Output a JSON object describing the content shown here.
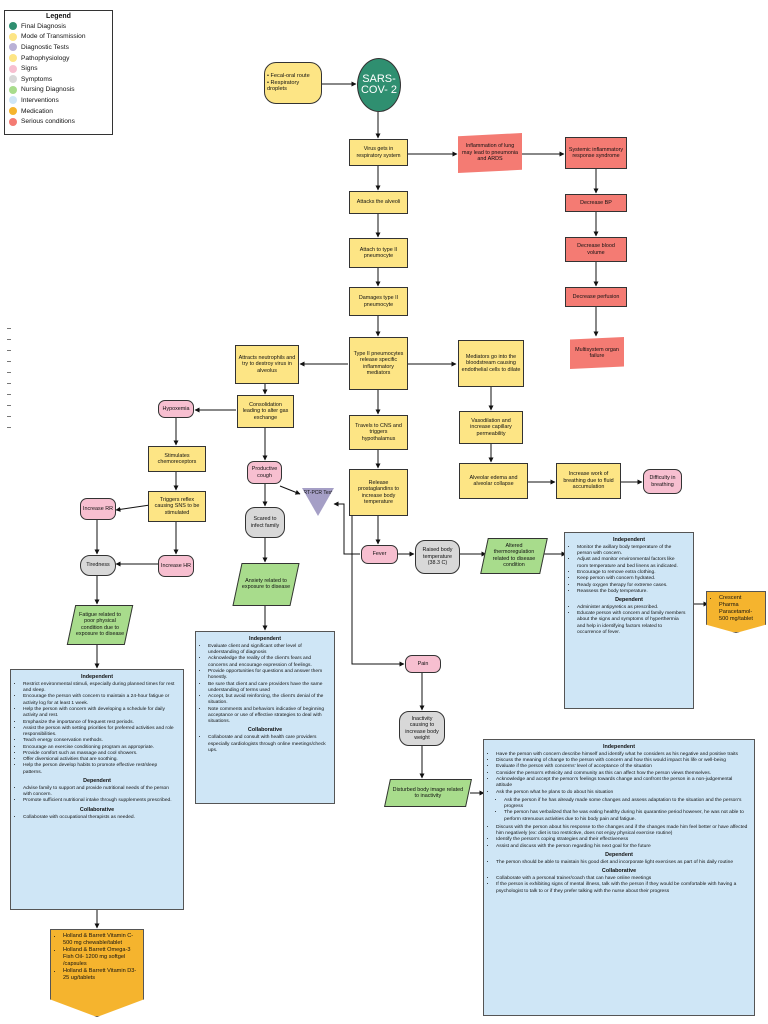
{
  "legend": {
    "title": "Legend",
    "items": [
      {
        "label": "Final Diagnosis",
        "color": "#2f8f70"
      },
      {
        "label": "Mode of Transmission",
        "color": "#fde585"
      },
      {
        "label": "Diagnostic Tests",
        "color": "#b9b1d6"
      },
      {
        "label": "Pathophysiology",
        "color": "#fde585"
      },
      {
        "label": "Signs",
        "color": "#f7bfd0"
      },
      {
        "label": "Symptoms",
        "color": "#d8d8d8"
      },
      {
        "label": "Nursing Diagnosis",
        "color": "#a8dc8c"
      },
      {
        "label": "Interventions",
        "color": "#cfe6f6"
      },
      {
        "label": "Medication",
        "color": "#f5b42e"
      },
      {
        "label": "Serious conditions",
        "color": "#f47b73"
      }
    ]
  },
  "nodes": {
    "mode_line1": "• Fecal-oral route",
    "mode_line2": "• Respiratory droplets",
    "sars": "SARS-COV- 2",
    "virus_gets": "Virus gets in respiratory system",
    "attacks_alveoli": "Attacks the alveoli",
    "attach_type2": "Attach to type II pneumocyte",
    "damages_type2": "Damages type II pneumocyte",
    "type2_release": "Type II pneumocytes release specific inflammatory mediators",
    "inflammation_lung": "Inflammation of lung may lead to pneumonia and ARDS",
    "systemic": "Systemic inflammatory response syndrome",
    "decrease_bp": "Decrease BP",
    "decrease_blood_volume": "Decrease blood volume",
    "decrease_perfusion": "Decrease perfusion",
    "multisystem": "Multisystem organ failure",
    "attracts_neutrophils": "Attracts neutrophils and try to destroy virus in alveolus",
    "consolidation": "Consolidation leading to alter gas exchange",
    "hypoxemia": "Hypoxemia",
    "stimulates_chemo": "Stimulates chemoreceptors",
    "triggers_reflex": "Triggers reflex causing SNS to be stimulated",
    "increase_rr": "Increase RR",
    "increase_hr": "Increase HR",
    "tiredness": "Tiredness",
    "fatigue_dx": "Fatigue related to poor physical condition due to exposure to disease",
    "productive_cough": "Productive cough",
    "scared_infect": "Scared to infect family",
    "anxiety_dx": "Anxiety related to exposure to disease",
    "rtpcr": "RT-PCR Test",
    "travels_cns": "Travels to CNS and triggers hypothalamus",
    "release_prostaglandins": "Release prostaglandins to increase body temperature",
    "fever": "Fever",
    "raised_temp": "Raised body temperature (38.3 C)",
    "altered_thermo": "Altered thermoregulation related to disease condition",
    "mediators_blood": "Mediators go into the bloodstream causing endothelial cells to dilate",
    "vasodilation": "Vasodilation and increase capillary permeability",
    "alveolar_edema": "Alveolar edema and alveolar collapse",
    "increase_work_breathing": "Increase work of breathing due to fluid accumulation",
    "difficulty_breathing": "Difficulty in breathing",
    "pain": "Pain",
    "inactivity": "Inactivity causing to increase body weight",
    "disturbed_body_image": "Disturbed body image related to inactivity"
  },
  "panels": {
    "fatigue": {
      "independent_title": "Independent",
      "independent": [
        "Restrict environmental stimuli, especially during planned times for rest and sleep.",
        "Encourage the person with concern to maintain a 24-hour fatigue or activity log for at least 1 week.",
        "Help the person with concern with developing a schedule for daily activity and rest.",
        "Emphasize the importance of frequent rest periods.",
        "Assist the person with setting priorities for preferred activities and role responsibilities.",
        "Teach energy conservation methods.",
        "Encourage an exercise conditioning program as appropriate.",
        "Provide comfort such as massage and cool showers.",
        "Offer diversional activities that are soothing.",
        "Help the person develop habits to promote effective rest/sleep patterns."
      ],
      "dependent_title": "Dependent",
      "dependent": [
        "Advise family to support and provide nutritional needs of the person with concern.",
        "Promote sufficient nutritional intake through supplements prescribed."
      ],
      "collaborative_title": "Collaborative",
      "collaborative": [
        "Collaborate with occupational therapists as needed."
      ]
    },
    "anxiety": {
      "independent_title": "Independent",
      "independent": [
        "Evaluate client and significant other level of understanding of diagnosis",
        "Acknowledge the reality of the client's fears and concerns and encourage expression of feelings.",
        "Provide opportunities for questions and answer them honestly.",
        "Be sure that client and care providers have the same understanding of terms used",
        "Accept, but avoid reinforcing, the client's denial of the situation.",
        "Note comments and behaviors indicative of beginning acceptance or use of effective strategies to deal with situations."
      ],
      "collaborative_title": "Collaborative",
      "collaborative": [
        "Collaborate and consult with health care providers especially cardiologists through online meetings/check ups."
      ]
    },
    "thermo": {
      "independent_title": "Independent",
      "independent": [
        "Monitor the axillary body temperature of the person with concern.",
        "Adjust and monitor environmental factors like room temperature and bed linens as indicated.",
        "Encourage to remove extra clothing.",
        "Keep person with concern hydrated.",
        "Ready oxygen therapy for extreme cases.",
        "Reassess the body temperature."
      ],
      "dependent_title": "Dependent",
      "dependent": [
        "Administer antipyretics as prescribed.",
        "Educate person with concern and family members about the signs and symptoms of hyperthermia and help in identifying factors related to occurrence of fever."
      ]
    },
    "body_image": {
      "independent_title": "Independent",
      "independent": [
        "Have the person with concern describe himself and identify what he considers as his negative and positive traits",
        "Discuss the meaning of change to the person with concern and how this would impact his life or well-being",
        "Evaluate if the person with concerns' level of acceptance of the situation",
        "Consider the person's ethnicity and community as this can affect how the person views themselves.",
        "Acknowledge and accept the person's feelings towards change and confront the person in a non-judgemental attitude",
        "Ask the person what he plans to do about his situation"
      ],
      "sub_bullets": [
        "Ask the person if he has already made some changes and assess adaptation to the situation and the person's progress",
        "The person has verbalized that he was eating healthy during his quarantine period however, he was not able to perform strenuous activities due to his body pain and fatigue."
      ],
      "independent_more": [
        "Discuss with the person about his response to the changes and if the changes made him feel better or have affected him negatively (ex: diet is too restrictive, does not enjoy physical exercise routine)",
        "Identify the person's coping strategies and their effectiveness",
        "Assist and discuss with the person regarding his next goal for the future"
      ],
      "dependent_title": "Dependent",
      "dependent": [
        "The person should be able to maintain his good diet and incorporate light exercises as part of his daily routine"
      ],
      "collaborative_title": "Collaborative",
      "collaborative": [
        "Collaborate with a personal trainer/coach that can have online meetings",
        "If the person is exhibiting signs of mental illness, talk with the person if they would be comfortable with having a psychologist to talk to or if they prefer talking with the nurse about their progress"
      ]
    }
  },
  "medications": {
    "paracetamol": [
      "Crescent Pharma Paracetamol- 500 mg/tablet"
    ],
    "supplements": [
      "Holland & Barrett Vitamin C- 500 mg chewable/tablet",
      "Holland & Barrett Omega-3 Fish Oil- 1200 mg softgel /capsules",
      "Holland & Barrett Vitamin D3- 25 ug/tablets"
    ]
  }
}
